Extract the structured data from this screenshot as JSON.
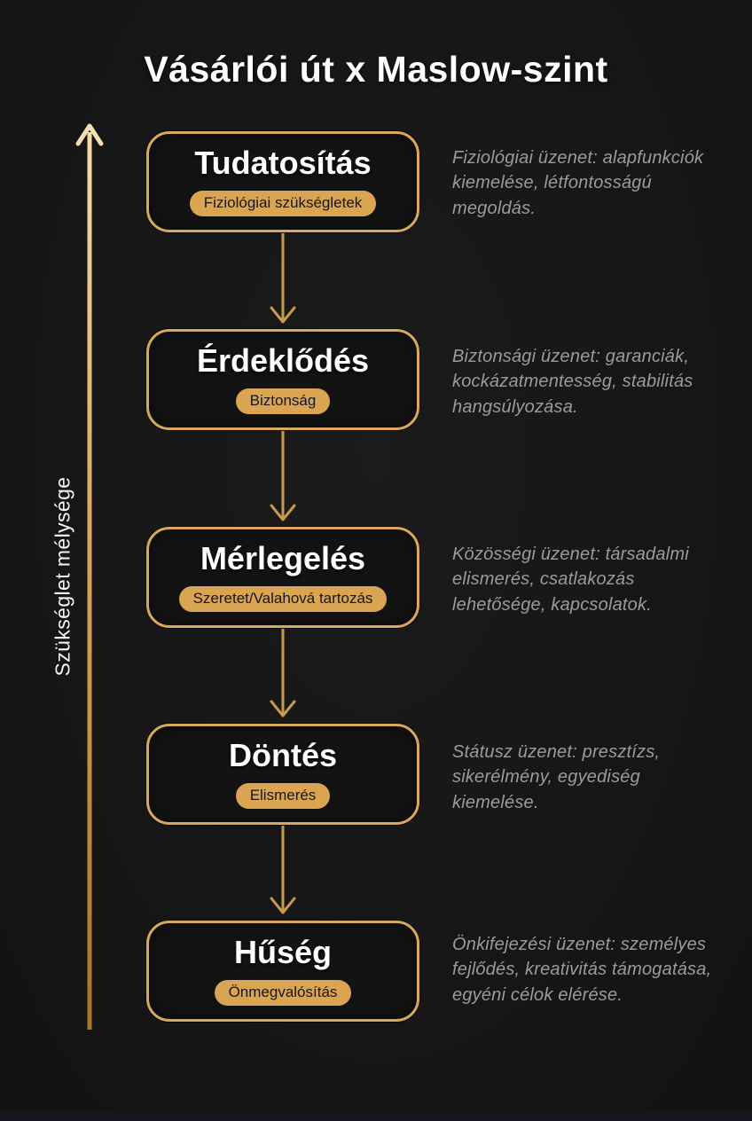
{
  "title": "Vásárlói út x Maslow-szint",
  "axis": {
    "label": "Szükséglet mélysége"
  },
  "colors": {
    "background": "#161616",
    "box_border_gold": "#d9a85c",
    "badge_gold": "#d9a552",
    "badge_text": "#16161f",
    "arrow_gold": "#c89a4e",
    "axis_arrow_top": "#f6dfb0",
    "axis_arrow_bottom": "#a87427",
    "side_text_gray": "#9b9b9b",
    "title_white": "#ffffff"
  },
  "stages": [
    {
      "title": "Tudatosítás",
      "badge": "Fiziológiai szükségletek",
      "message": "Fiziológiai üzenet: alapfunkciók kiemelése, létfontosságú megoldás."
    },
    {
      "title": "Érdeklődés",
      "badge": "Biztonság",
      "message": "Biztonsági üzenet: garanciák, kockázatmentesség, stabilitás hangsúlyozása."
    },
    {
      "title": "Mérlegelés",
      "badge": "Szeretet/Valahová tartozás",
      "message": "Közösségi üzenet: társadalmi elismerés, csatlakozás lehetősége, kapcsolatok."
    },
    {
      "title": "Döntés",
      "badge": "Elismerés",
      "message": "Státusz üzenet: presztízs, sikerélmény, egyediség kiemelése."
    },
    {
      "title": "Hűség",
      "badge": "Önmegvalósítás",
      "message": "Önkifejezési üzenet: személyes fejlődés, kreativitás támogatása, egyéni célok elérése."
    }
  ]
}
